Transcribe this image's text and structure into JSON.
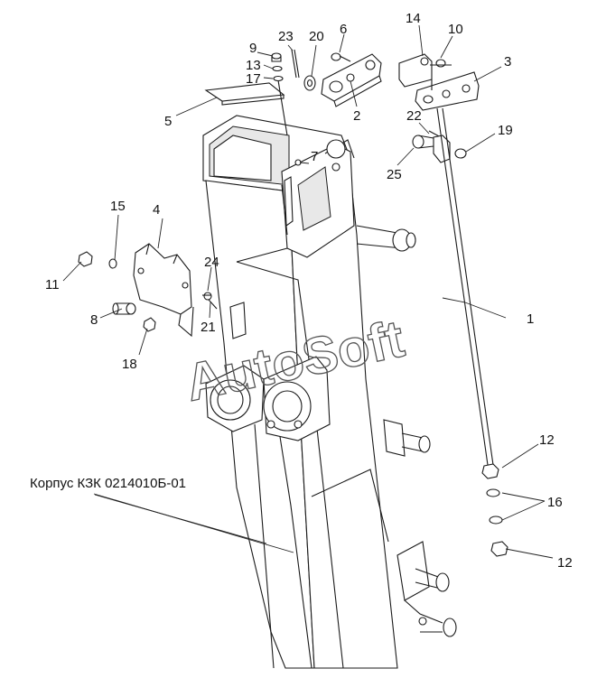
{
  "caption": "Корпус КЗК 0214010Б-01",
  "watermark": "AutoSoft",
  "callouts": {
    "c1": "1",
    "c2": "2",
    "c3": "3",
    "c4": "4",
    "c5": "5",
    "c6": "6",
    "c7": "7",
    "c8": "8",
    "c9": "9",
    "c10": "10",
    "c11": "11",
    "c12a": "12",
    "c12b": "12",
    "c13": "13",
    "c14": "14",
    "c15": "15",
    "c16": "16",
    "c17": "17",
    "c18": "18",
    "c19": "19",
    "c20": "20",
    "c21": "21",
    "c22": "22",
    "c23": "23",
    "c24": "24",
    "c25": "25"
  }
}
